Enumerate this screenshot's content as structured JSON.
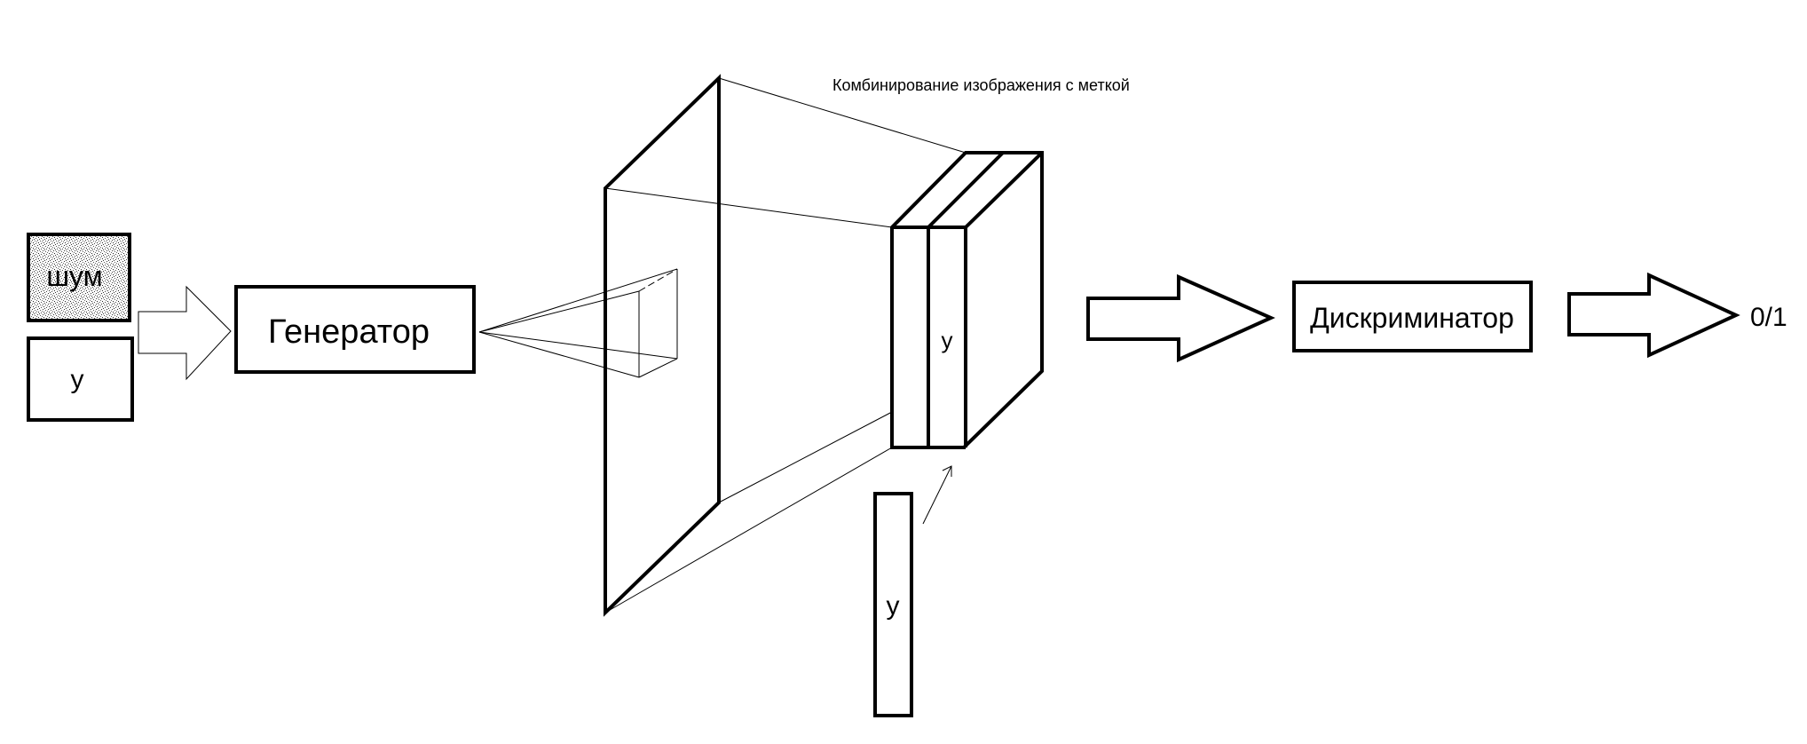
{
  "diagram": {
    "noise_label": "шум",
    "label_input": "y",
    "generator_label": "Генератор",
    "combine_caption": "Комбинирование изображения с меткой",
    "stack_label": "y",
    "label_vector": "y",
    "discriminator_label": "Дискриминатор",
    "output_label": "0/1"
  }
}
